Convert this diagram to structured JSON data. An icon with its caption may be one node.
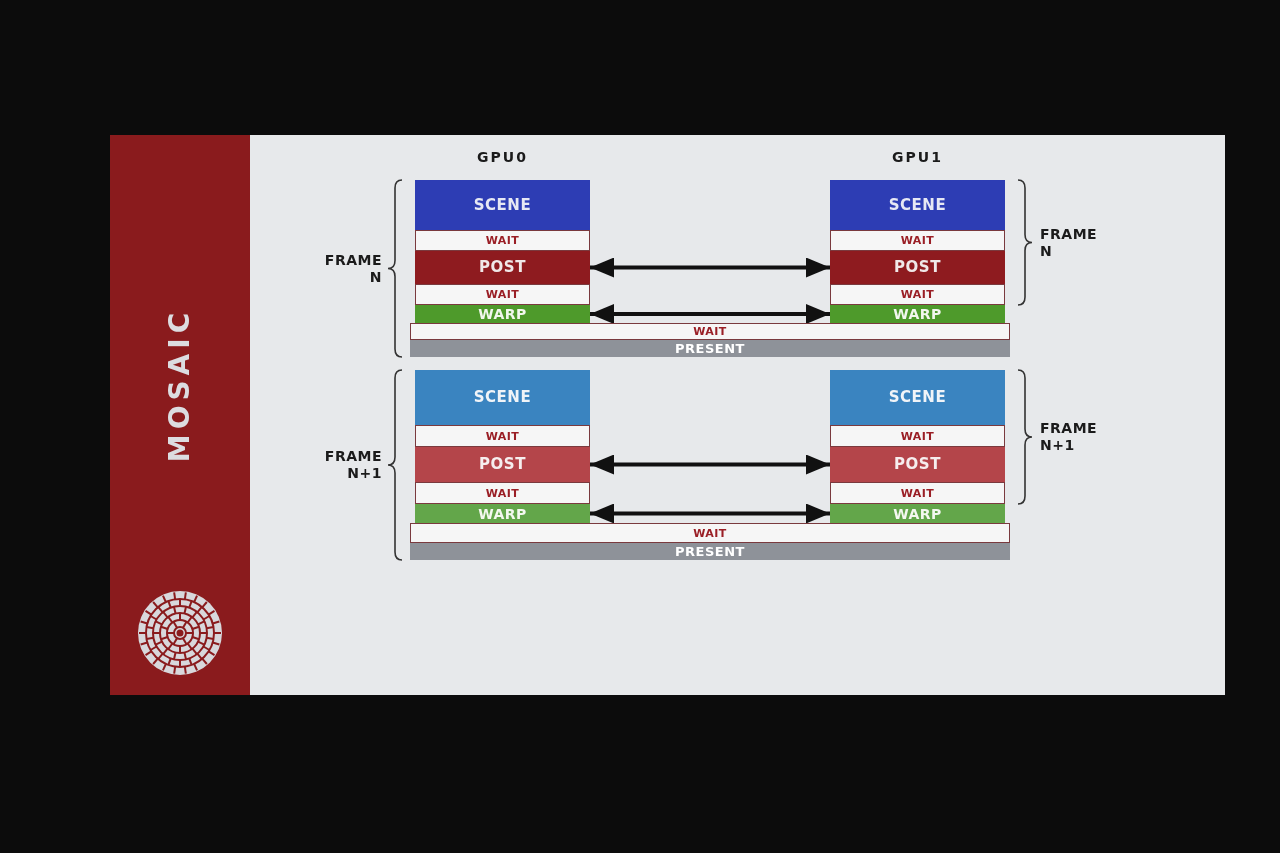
{
  "diagram": {
    "title": "MOSAIC",
    "nodes": [
      {
        "text": [
          "SCENE"
        ]
      },
      {
        "text": [
          "WAIT"
        ]
      },
      {
        "text": [
          "POST"
        ]
      },
      {
        "text": [
          "WAIT"
        ]
      },
      {
        "text": [
          "WARP"
        ]
      },
      {
        "text": [
          "SCENE"
        ]
      },
      {
        "text": [
          "WAIT"
        ]
      },
      {
        "text": [
          "POST"
        ]
      },
      {
        "text": [
          "WAIT"
        ]
      },
      {
        "text": [
          "WARP"
        ]
      },
      {
        "text": [
          "WAIT"
        ]
      },
      {
        "text": [
          "PRESENT"
        ]
      },
      {
        "text": [
          "SCENE"
        ]
      },
      {
        "text": [
          "WAIT"
        ]
      },
      {
        "text": [
          "POST"
        ]
      },
      {
        "text": [
          "WAIT"
        ]
      },
      {
        "text": [
          "WARP"
        ]
      },
      {
        "text": [
          "SCENE"
        ]
      },
      {
        "text": [
          "WAIT"
        ]
      },
      {
        "text": [
          "POST"
        ]
      },
      {
        "text": [
          "WAIT"
        ]
      },
      {
        "text": [
          "WARP"
        ]
      },
      {
        "text": [
          "WAIT"
        ]
      },
      {
        "text": [
          "PRESENT"
        ]
      }
    ],
    "edges": [
      {
        "from": 2,
        "to": 7,
        "arrow": "both"
      },
      {
        "from": 4,
        "to": 9,
        "arrow": "both"
      },
      {
        "from": 14,
        "to": 19,
        "arrow": "both"
      },
      {
        "from": 16,
        "to": 21,
        "arrow": "both"
      }
    ],
    "labels": [
      "GPU0",
      "GPU1",
      "FRAME N",
      "FRAME N",
      "FRAME N+1",
      "FRAME N+1"
    ]
  }
}
